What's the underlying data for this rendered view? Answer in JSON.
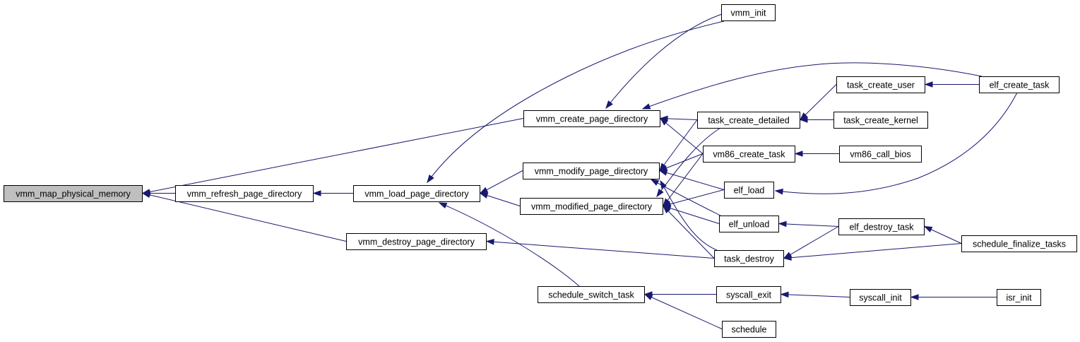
{
  "graph": {
    "root": "vmm_map_physical_memory",
    "edge_color": "#191970",
    "root_fill": "#bfbfbf",
    "nodes": [
      {
        "id": "vmm_map_physical_memory",
        "label": "vmm_map_physical_memory"
      },
      {
        "id": "vmm_refresh_page_directory",
        "label": "vmm_refresh_page_directory"
      },
      {
        "id": "vmm_load_page_directory",
        "label": "vmm_load_page_directory"
      },
      {
        "id": "vmm_create_page_directory",
        "label": "vmm_create_page_directory"
      },
      {
        "id": "vmm_destroy_page_directory",
        "label": "vmm_destroy_page_directory"
      },
      {
        "id": "vmm_modify_page_directory",
        "label": "vmm_modify_page_directory"
      },
      {
        "id": "vmm_modified_page_directory",
        "label": "vmm_modified_page_directory"
      },
      {
        "id": "schedule_switch_task",
        "label": "schedule_switch_task"
      },
      {
        "id": "vmm_init",
        "label": "vmm_init"
      },
      {
        "id": "task_create_detailed",
        "label": "task_create_detailed"
      },
      {
        "id": "vm86_create_task",
        "label": "vm86_create_task"
      },
      {
        "id": "elf_load",
        "label": "elf_load"
      },
      {
        "id": "elf_unload",
        "label": "elf_unload"
      },
      {
        "id": "task_destroy",
        "label": "task_destroy"
      },
      {
        "id": "syscall_exit",
        "label": "syscall_exit"
      },
      {
        "id": "schedule",
        "label": "schedule"
      },
      {
        "id": "task_create_user",
        "label": "task_create_user"
      },
      {
        "id": "task_create_kernel",
        "label": "task_create_kernel"
      },
      {
        "id": "vm86_call_bios",
        "label": "vm86_call_bios"
      },
      {
        "id": "elf_destroy_task",
        "label": "elf_destroy_task"
      },
      {
        "id": "syscall_init",
        "label": "syscall_init"
      },
      {
        "id": "elf_create_task",
        "label": "elf_create_task"
      },
      {
        "id": "schedule_finalize_tasks",
        "label": "schedule_finalize_tasks"
      },
      {
        "id": "isr_init",
        "label": "isr_init"
      }
    ],
    "edges": [
      {
        "from": "vmm_refresh_page_directory",
        "to": "vmm_map_physical_memory"
      },
      {
        "from": "vmm_create_page_directory",
        "to": "vmm_map_physical_memory"
      },
      {
        "from": "vmm_destroy_page_directory",
        "to": "vmm_map_physical_memory"
      },
      {
        "from": "vmm_load_page_directory",
        "to": "vmm_refresh_page_directory"
      },
      {
        "from": "vmm_modify_page_directory",
        "to": "vmm_load_page_directory"
      },
      {
        "from": "vmm_modified_page_directory",
        "to": "vmm_load_page_directory"
      },
      {
        "from": "vmm_init",
        "to": "vmm_load_page_directory"
      },
      {
        "from": "schedule_switch_task",
        "to": "vmm_load_page_directory"
      },
      {
        "from": "vmm_init",
        "to": "vmm_create_page_directory"
      },
      {
        "from": "task_create_detailed",
        "to": "vmm_create_page_directory"
      },
      {
        "from": "vm86_create_task",
        "to": "vmm_create_page_directory"
      },
      {
        "from": "elf_create_task",
        "to": "vmm_create_page_directory"
      },
      {
        "from": "task_create_detailed",
        "to": "vmm_modify_page_directory"
      },
      {
        "from": "vm86_create_task",
        "to": "vmm_modify_page_directory"
      },
      {
        "from": "elf_load",
        "to": "vmm_modify_page_directory"
      },
      {
        "from": "elf_unload",
        "to": "vmm_modify_page_directory"
      },
      {
        "from": "task_destroy",
        "to": "vmm_modify_page_directory"
      },
      {
        "from": "task_create_detailed",
        "to": "vmm_modified_page_directory"
      },
      {
        "from": "vm86_create_task",
        "to": "vmm_modified_page_directory"
      },
      {
        "from": "elf_load",
        "to": "vmm_modified_page_directory"
      },
      {
        "from": "elf_unload",
        "to": "vmm_modified_page_directory"
      },
      {
        "from": "task_destroy",
        "to": "vmm_modified_page_directory"
      },
      {
        "from": "task_destroy",
        "to": "vmm_destroy_page_directory"
      },
      {
        "from": "syscall_exit",
        "to": "schedule_switch_task"
      },
      {
        "from": "schedule",
        "to": "schedule_switch_task"
      },
      {
        "from": "task_create_user",
        "to": "task_create_detailed"
      },
      {
        "from": "task_create_kernel",
        "to": "task_create_detailed"
      },
      {
        "from": "vm86_call_bios",
        "to": "vm86_create_task"
      },
      {
        "from": "elf_create_task",
        "to": "elf_load"
      },
      {
        "from": "elf_destroy_task",
        "to": "elf_unload"
      },
      {
        "from": "elf_destroy_task",
        "to": "task_destroy"
      },
      {
        "from": "schedule_finalize_tasks",
        "to": "task_destroy"
      },
      {
        "from": "syscall_init",
        "to": "syscall_exit"
      },
      {
        "from": "elf_create_task",
        "to": "task_create_user"
      },
      {
        "from": "schedule_finalize_tasks",
        "to": "elf_destroy_task"
      },
      {
        "from": "isr_init",
        "to": "syscall_init"
      }
    ]
  }
}
